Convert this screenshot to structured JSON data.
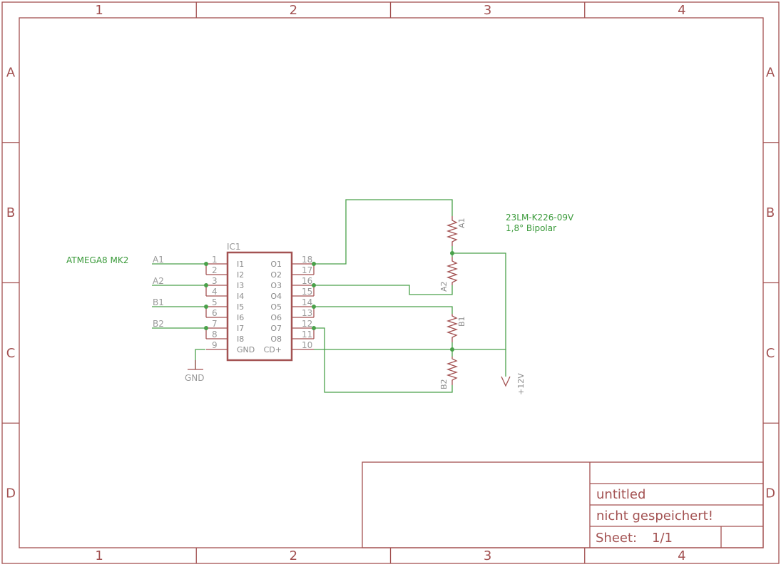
{
  "frame": {
    "columns": [
      "1",
      "2",
      "3",
      "4"
    ],
    "rows": [
      "A",
      "B",
      "C",
      "D"
    ]
  },
  "ic": {
    "name": "IC1",
    "left_pins": [
      {
        "num": "1",
        "label": "I1"
      },
      {
        "num": "2",
        "label": "I2"
      },
      {
        "num": "3",
        "label": "I3"
      },
      {
        "num": "4",
        "label": "I4"
      },
      {
        "num": "5",
        "label": "I5"
      },
      {
        "num": "6",
        "label": "I6"
      },
      {
        "num": "7",
        "label": "I7"
      },
      {
        "num": "8",
        "label": "I8"
      },
      {
        "num": "9",
        "label": "GND"
      }
    ],
    "right_pins": [
      {
        "num": "18",
        "label": "O1"
      },
      {
        "num": "17",
        "label": "O2"
      },
      {
        "num": "16",
        "label": "O3"
      },
      {
        "num": "15",
        "label": "O4"
      },
      {
        "num": "14",
        "label": "O5"
      },
      {
        "num": "13",
        "label": "O6"
      },
      {
        "num": "12",
        "label": "O7"
      },
      {
        "num": "11",
        "label": "O8"
      },
      {
        "num": "10",
        "label": "CD+"
      }
    ]
  },
  "nets": {
    "a1": "A1",
    "a2": "A2",
    "b1": "B1",
    "b2": "B2"
  },
  "source_label": "ATMEGA8 MK2",
  "gnd_label": "GND",
  "supply_label": "+12V",
  "resistors": [
    "A1",
    "A2",
    "B1",
    "B2"
  ],
  "motor": {
    "part": "23LM-K226-09V",
    "desc": "1,8° Bipolar"
  },
  "title_block": {
    "title": "untitled",
    "status": "nicht gespeichert!",
    "sheet_label": "Sheet:",
    "sheet_value": "1/1"
  }
}
